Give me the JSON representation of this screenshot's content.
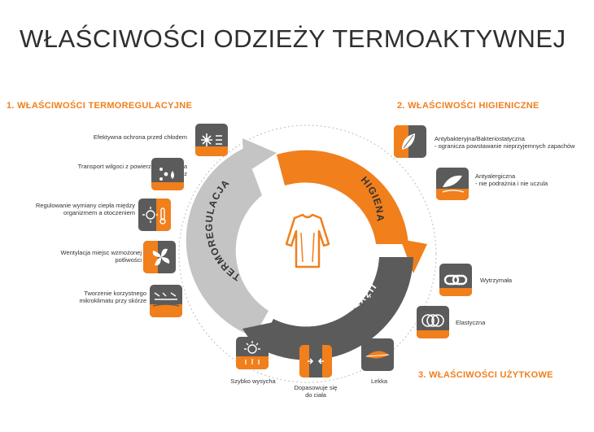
{
  "title": "WŁAŚCIWOŚCI ODZIEŻY TERMOAKTYWNEJ",
  "sections": {
    "s1": "1. WŁAŚCIWOŚCI TERMOREGULACYJNE",
    "s2": "2. WŁAŚCIWOŚCI HIGIENICZNE",
    "s3": "3. WŁAŚCIWOŚCI UŻYTKOWE"
  },
  "ring": {
    "termo": "TERMOREGULACJA",
    "higiena": "HIGIENA",
    "uzytecznosc": "UŻYTECZNOŚĆ"
  },
  "colors": {
    "orange": "#f07f1c",
    "dark": "#5b5b5b",
    "light": "#c4c4c4"
  },
  "thermo_items": [
    {
      "text": "Efektywna ochrona przed chłodem",
      "icon": "snowflake-icon"
    },
    {
      "text": "Transport wilgoci z powierzchni skóry na zewnątrz",
      "icon": "moisture-transport-icon"
    },
    {
      "text": "Regulowanie wymiany ciepła między organizmem a otoczeniem",
      "icon": "sun-thermometer-icon"
    },
    {
      "text": "Wentylacja miejsc wzmożonej potliwości",
      "icon": "ventilation-fan-icon"
    },
    {
      "text": "Tworzenie korzystnego mikroklimatu przy skórze",
      "icon": "microclimate-icon"
    }
  ],
  "hygiene_items": [
    {
      "line1": "Antybakteryjna/Bakteriostatyczna",
      "line2": "- ogranicza powstawanie nieprzyjemnych zapachów",
      "icon": "antibacterial-leaf-icon"
    },
    {
      "line1": "Antyalergiczna",
      "line2": "- nie podrażnia i nie uczula",
      "icon": "feather-icon"
    }
  ],
  "utility_items": [
    {
      "text": "Wytrzymała",
      "icon": "chain-link-icon"
    },
    {
      "text": "Elastyczna",
      "icon": "elastic-rings-icon"
    },
    {
      "text": "Lekka",
      "icon": "lightweight-feather-icon"
    },
    {
      "text": "Dopasowuje się do ciała",
      "icon": "body-fit-icon"
    },
    {
      "text": "Szybko wysycha",
      "icon": "quick-dry-sun-icon"
    }
  ]
}
